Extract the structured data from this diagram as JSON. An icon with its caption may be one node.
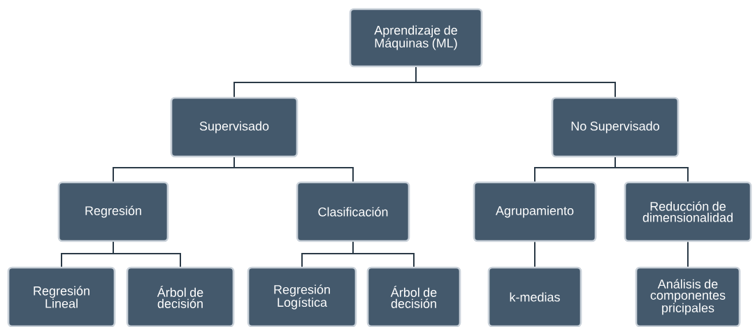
{
  "diagram": {
    "nodes": [
      {
        "text": [
          "Aprendizaje de Máquinas (ML)"
        ]
      },
      {
        "text": [
          "Supervisado"
        ]
      },
      {
        "text": [
          "No Supervisado"
        ]
      },
      {
        "text": [
          "Regresión"
        ]
      },
      {
        "text": [
          "Clasificación"
        ]
      },
      {
        "text": [
          "Agrupamiento"
        ]
      },
      {
        "text": [
          "Reducción de dimensionalidad"
        ]
      },
      {
        "text": [
          "Regresión Lineal"
        ]
      },
      {
        "text": [
          "Árbol de decisión"
        ]
      },
      {
        "text": [
          "Regresión Logística"
        ]
      },
      {
        "text": [
          "Árbol de decisión"
        ]
      },
      {
        "text": [
          "k-medias"
        ]
      },
      {
        "text": [
          "Análisis de componentes pricipales"
        ]
      }
    ],
    "edges": [
      {
        "from": 0,
        "to": 1,
        "arrow": "none"
      },
      {
        "from": 0,
        "to": 2,
        "arrow": "none"
      },
      {
        "from": 1,
        "to": 3,
        "arrow": "none"
      },
      {
        "from": 1,
        "to": 4,
        "arrow": "none"
      },
      {
        "from": 2,
        "to": 5,
        "arrow": "none"
      },
      {
        "from": 2,
        "to": 6,
        "arrow": "none"
      },
      {
        "from": 3,
        "to": 7,
        "arrow": "none"
      },
      {
        "from": 3,
        "to": 8,
        "arrow": "none"
      },
      {
        "from": 4,
        "to": 9,
        "arrow": "none"
      },
      {
        "from": 4,
        "to": 10,
        "arrow": "none"
      },
      {
        "from": 5,
        "to": 11,
        "arrow": "none"
      },
      {
        "from": 6,
        "to": 12,
        "arrow": "none"
      }
    ]
  }
}
